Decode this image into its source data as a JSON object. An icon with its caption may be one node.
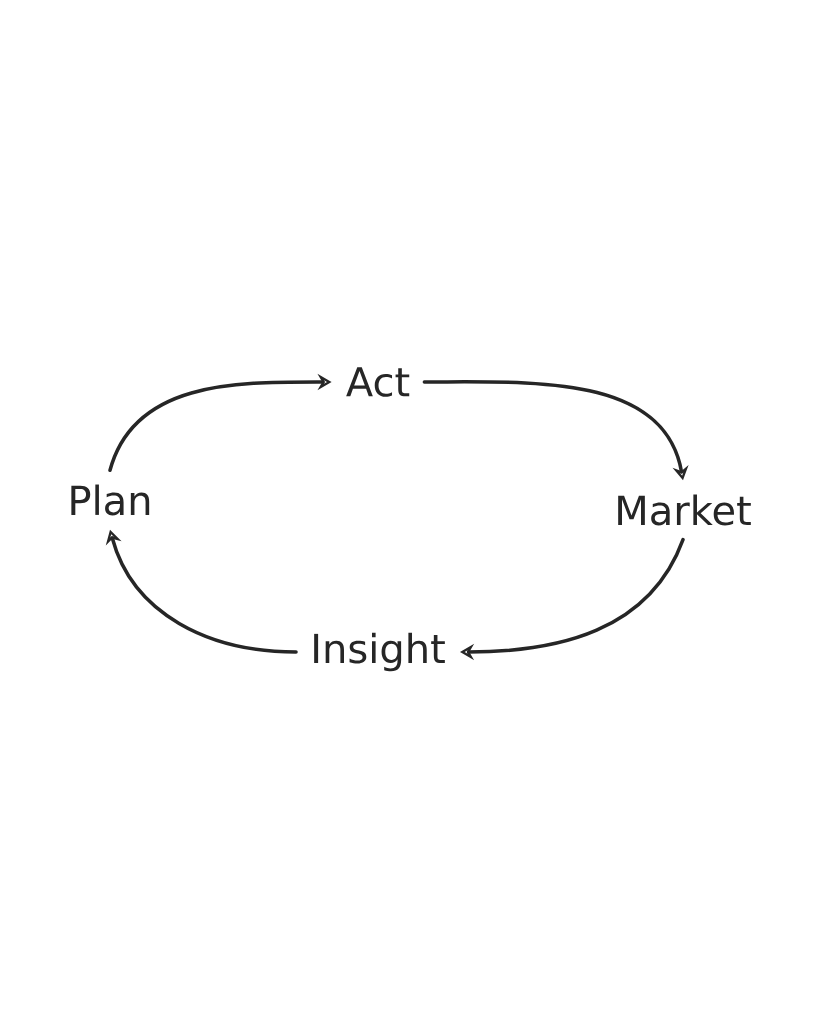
{
  "diagram": {
    "nodes": [
      {
        "text": [
          "Plan"
        ]
      },
      {
        "text": [
          "Act"
        ]
      },
      {
        "text": [
          "Market"
        ]
      },
      {
        "text": [
          "Insight"
        ]
      }
    ],
    "edges": [
      {
        "from": 0,
        "to": 1,
        "arrow": "to"
      },
      {
        "from": 1,
        "to": 2,
        "arrow": "to"
      },
      {
        "from": 2,
        "to": 3,
        "arrow": "to"
      },
      {
        "from": 3,
        "to": 0,
        "arrow": "to"
      }
    ]
  }
}
